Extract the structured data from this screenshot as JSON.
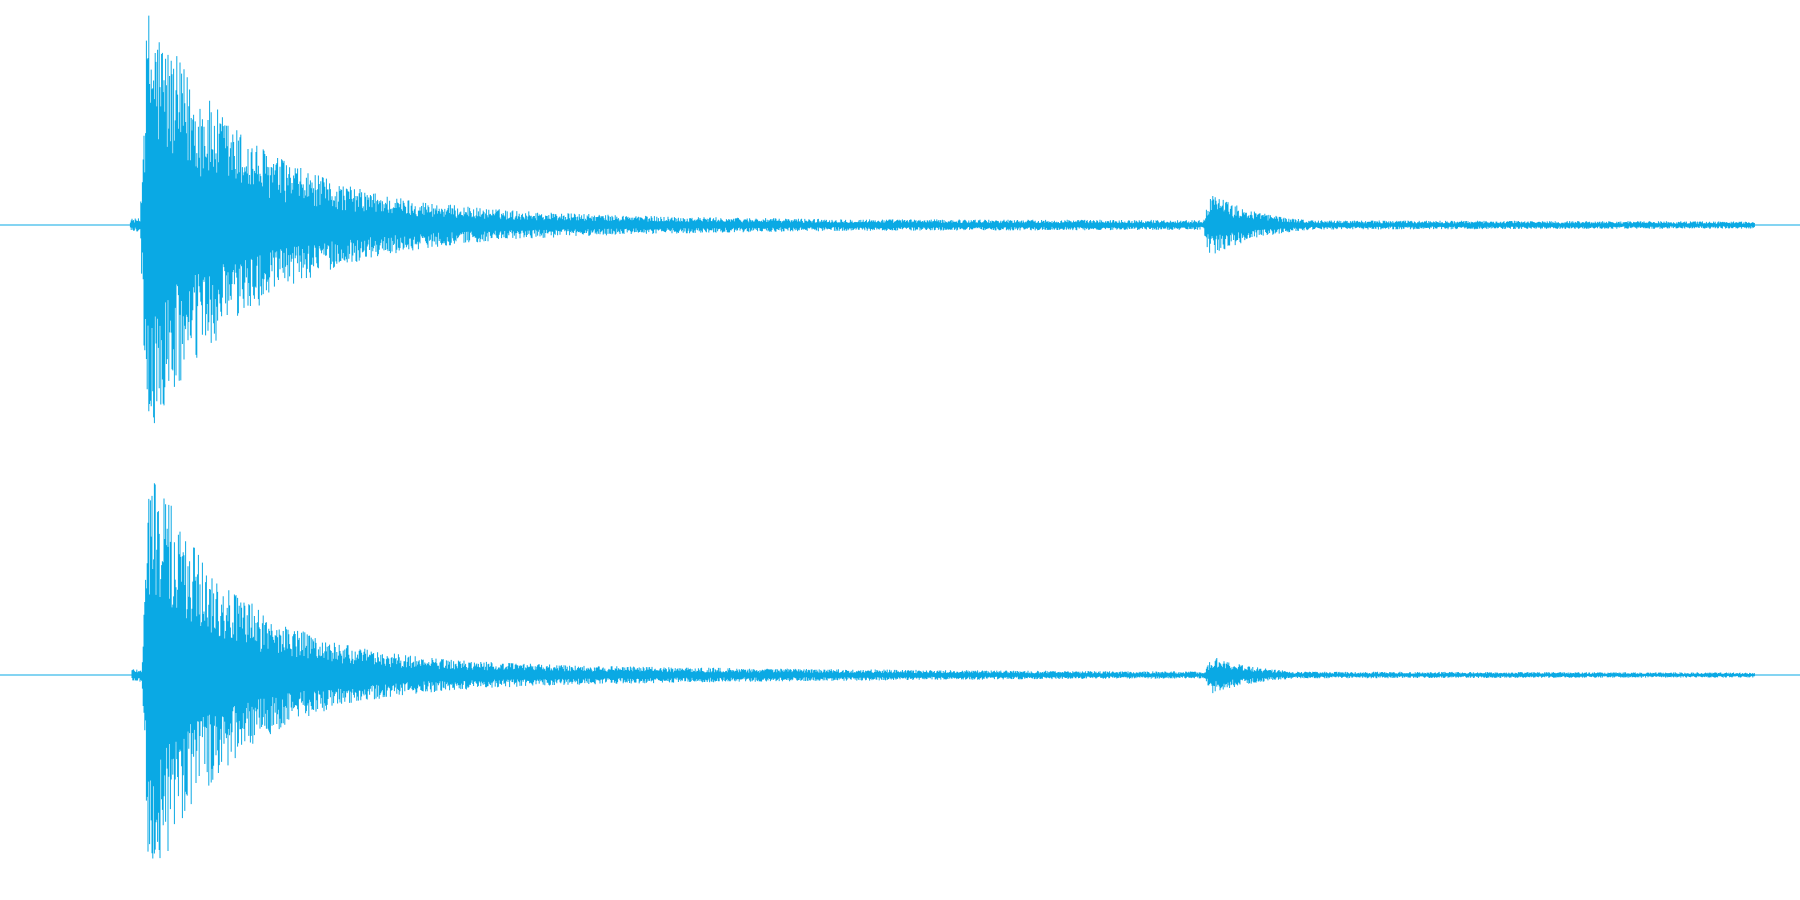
{
  "waveform": {
    "color": "#0aa9e4",
    "background": "#ffffff",
    "channels": [
      {
        "name": "",
        "events": [
          {
            "label": "",
            "onset": 0.078,
            "peak": 1.0,
            "decay": 0.055
          },
          {
            "label": "",
            "onset": 0.668,
            "peak": 0.17,
            "decay": 0.03
          }
        ],
        "noise_floor": 0.035
      },
      {
        "name": "",
        "events": [
          {
            "label": "",
            "onset": 0.079,
            "peak": 1.0,
            "decay": 0.045
          },
          {
            "label": "",
            "onset": 0.669,
            "peak": 0.1,
            "decay": 0.028
          }
        ],
        "noise_floor": 0.025
      }
    ]
  }
}
